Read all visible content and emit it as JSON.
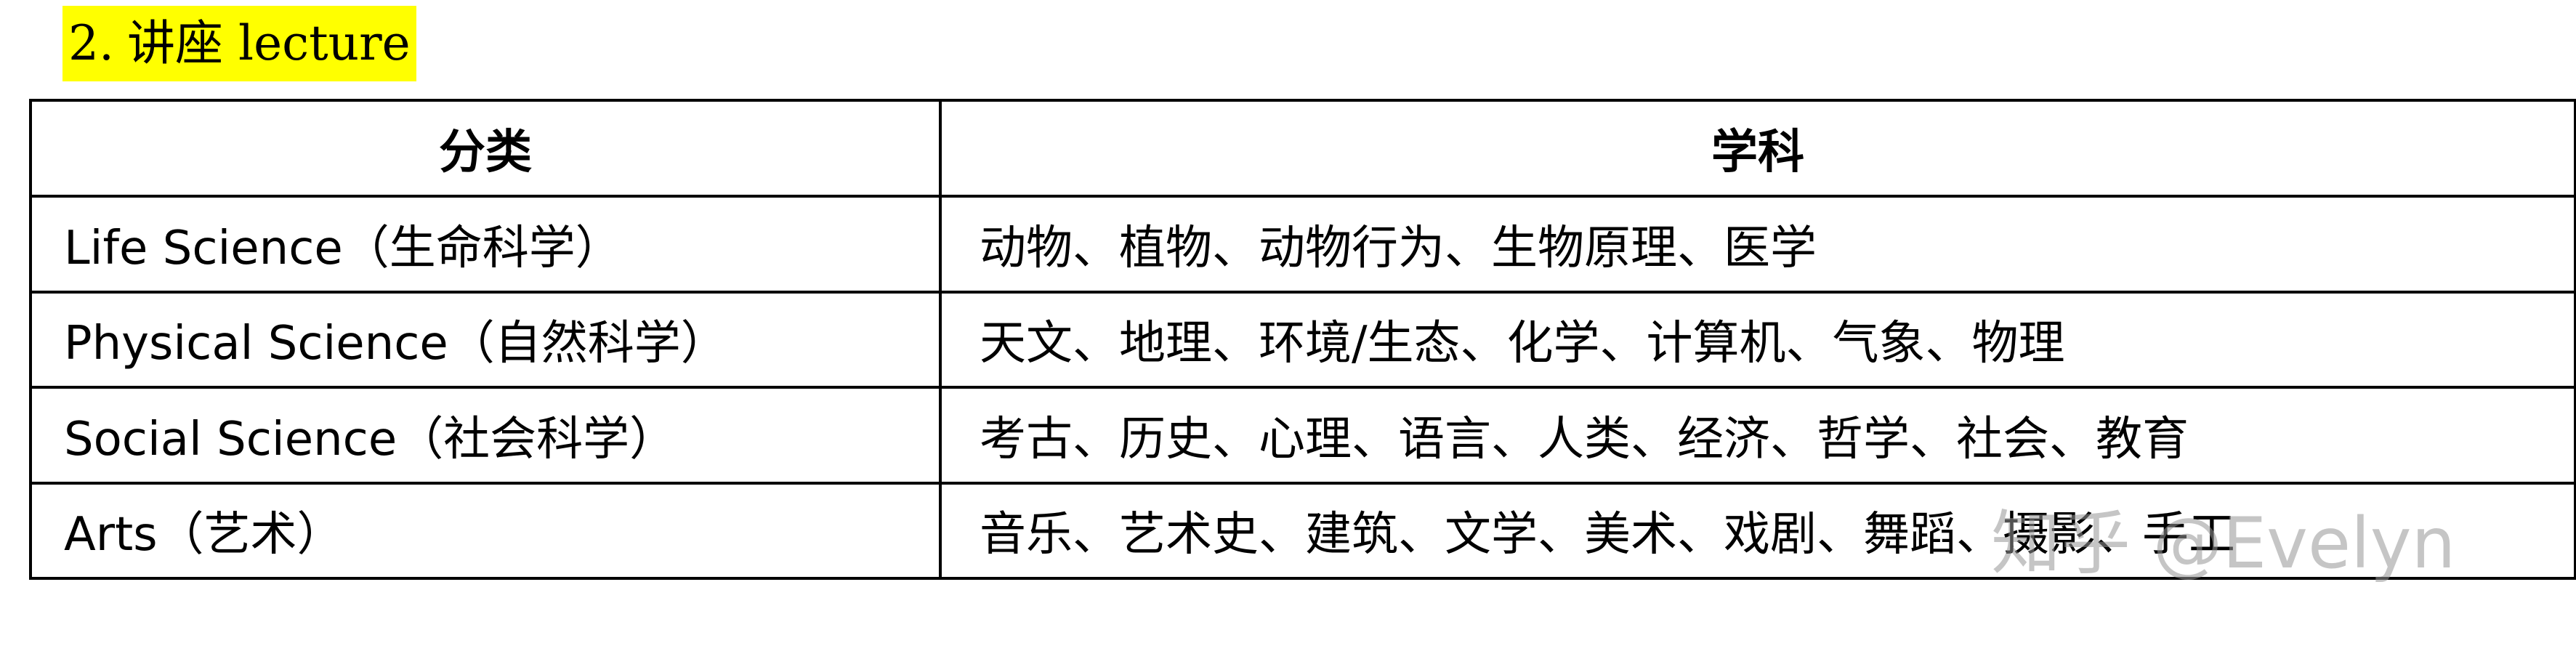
{
  "heading": {
    "number": "2.",
    "text": "讲座 lecture",
    "highlight_color": "#ffff00"
  },
  "table": {
    "headers": [
      "分类",
      "学科"
    ],
    "rows": [
      [
        "Life Science（生命科学）",
        "动物、植物、动物行为、生物原理、医学"
      ],
      [
        "Physical Science（自然科学）",
        "天文、地理、环境/生态、化学、计算机、气象、物理"
      ],
      [
        "Social Science（社会科学）",
        "考古、历史、心理、语言、人类、经济、哲学、社会、教育"
      ],
      [
        "Arts（艺术）",
        "音乐、艺术史、建筑、文学、美术、戏剧、舞蹈、摄影、手工"
      ]
    ]
  },
  "watermark": "知乎 @Evelyn"
}
